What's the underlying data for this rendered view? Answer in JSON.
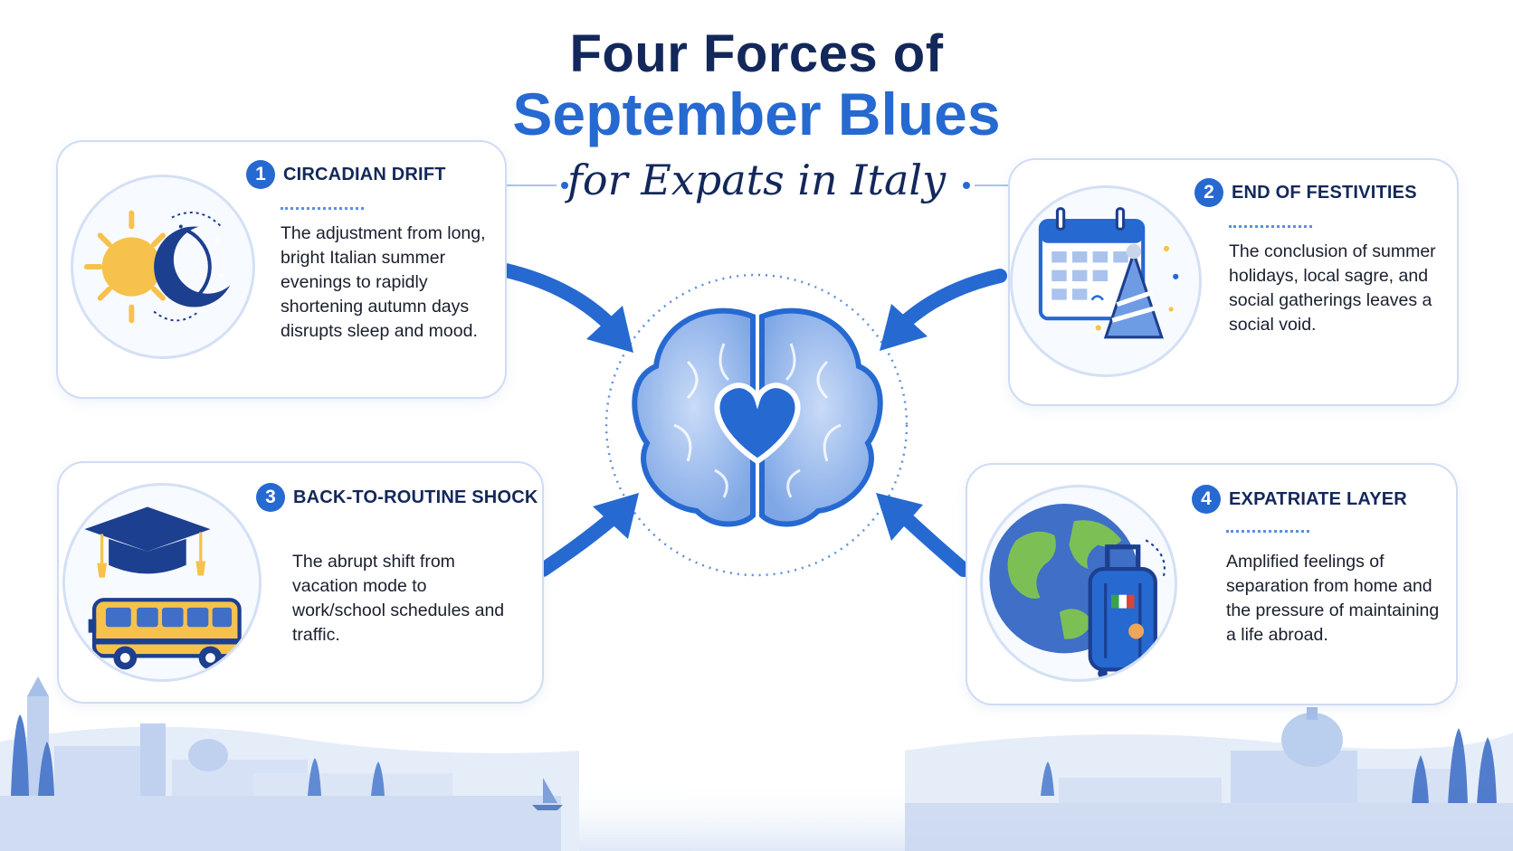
{
  "title": {
    "line1": "Four Forces of",
    "line2": "September Blues",
    "subtitle": "for Expats in Italy"
  },
  "center": {
    "icon": "brain-heart-icon"
  },
  "forces": [
    {
      "number": "1",
      "title": "CIRCADIAN DRIFT",
      "description": "The adjustment from long, bright Italian summer evenings to rapidly shortening autumn days disrupts sleep and mood.",
      "icon": "sun-moon-icon"
    },
    {
      "number": "2",
      "title": "END OF FESTIVITIES",
      "description": "The conclusion of summer holidays, local sagre, and social gatherings leaves a social void.",
      "icon": "calendar-party-hat-icon"
    },
    {
      "number": "3",
      "title": "BACK-TO-ROUTINE SHOCK",
      "description": "The abrupt shift from vacation mode to work/school schedules and traffic.",
      "icon": "graduation-cap-school-bus-icon"
    },
    {
      "number": "4",
      "title": "EXPATRIATE LAYER",
      "description": "Amplified feelings of separation from home and the pressure of maintaining a life abroad.",
      "icon": "globe-suitcase-icon"
    }
  ],
  "colors": {
    "navy": "#13285a",
    "accent_blue": "#2669d1",
    "light_blue": "#cfdcf3",
    "sun_yellow": "#f6c24b"
  }
}
